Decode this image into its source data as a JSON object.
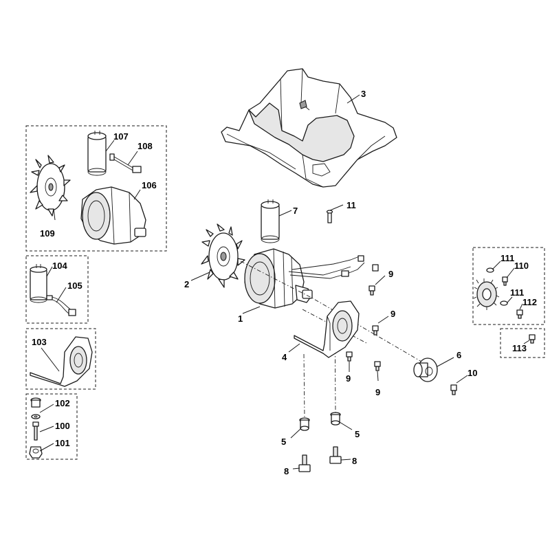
{
  "callouts": [
    {
      "key": "p1",
      "text": "1"
    },
    {
      "key": "p2",
      "text": "2"
    },
    {
      "key": "p3",
      "text": "3"
    },
    {
      "key": "p4",
      "text": "4"
    },
    {
      "key": "p5a",
      "text": "5"
    },
    {
      "key": "p5b",
      "text": "5"
    },
    {
      "key": "p6",
      "text": "6"
    },
    {
      "key": "p7",
      "text": "7"
    },
    {
      "key": "p8a",
      "text": "8"
    },
    {
      "key": "p8b",
      "text": "8"
    },
    {
      "key": "p9a",
      "text": "9"
    },
    {
      "key": "p9b",
      "text": "9"
    },
    {
      "key": "p9c",
      "text": "9"
    },
    {
      "key": "p9d",
      "text": "9"
    },
    {
      "key": "p10",
      "text": "10"
    },
    {
      "key": "p11",
      "text": "11"
    },
    {
      "key": "p100",
      "text": "100"
    },
    {
      "key": "p101",
      "text": "101"
    },
    {
      "key": "p102",
      "text": "102"
    },
    {
      "key": "p103",
      "text": "103"
    },
    {
      "key": "p104",
      "text": "104"
    },
    {
      "key": "p105",
      "text": "105"
    },
    {
      "key": "p106",
      "text": "106"
    },
    {
      "key": "p107",
      "text": "107"
    },
    {
      "key": "p108",
      "text": "108"
    },
    {
      "key": "p109",
      "text": "109"
    },
    {
      "key": "p110",
      "text": "110"
    },
    {
      "key": "p111a",
      "text": "111"
    },
    {
      "key": "p111b",
      "text": "111"
    },
    {
      "key": "p112",
      "text": "112"
    },
    {
      "key": "p113",
      "text": "113"
    }
  ]
}
